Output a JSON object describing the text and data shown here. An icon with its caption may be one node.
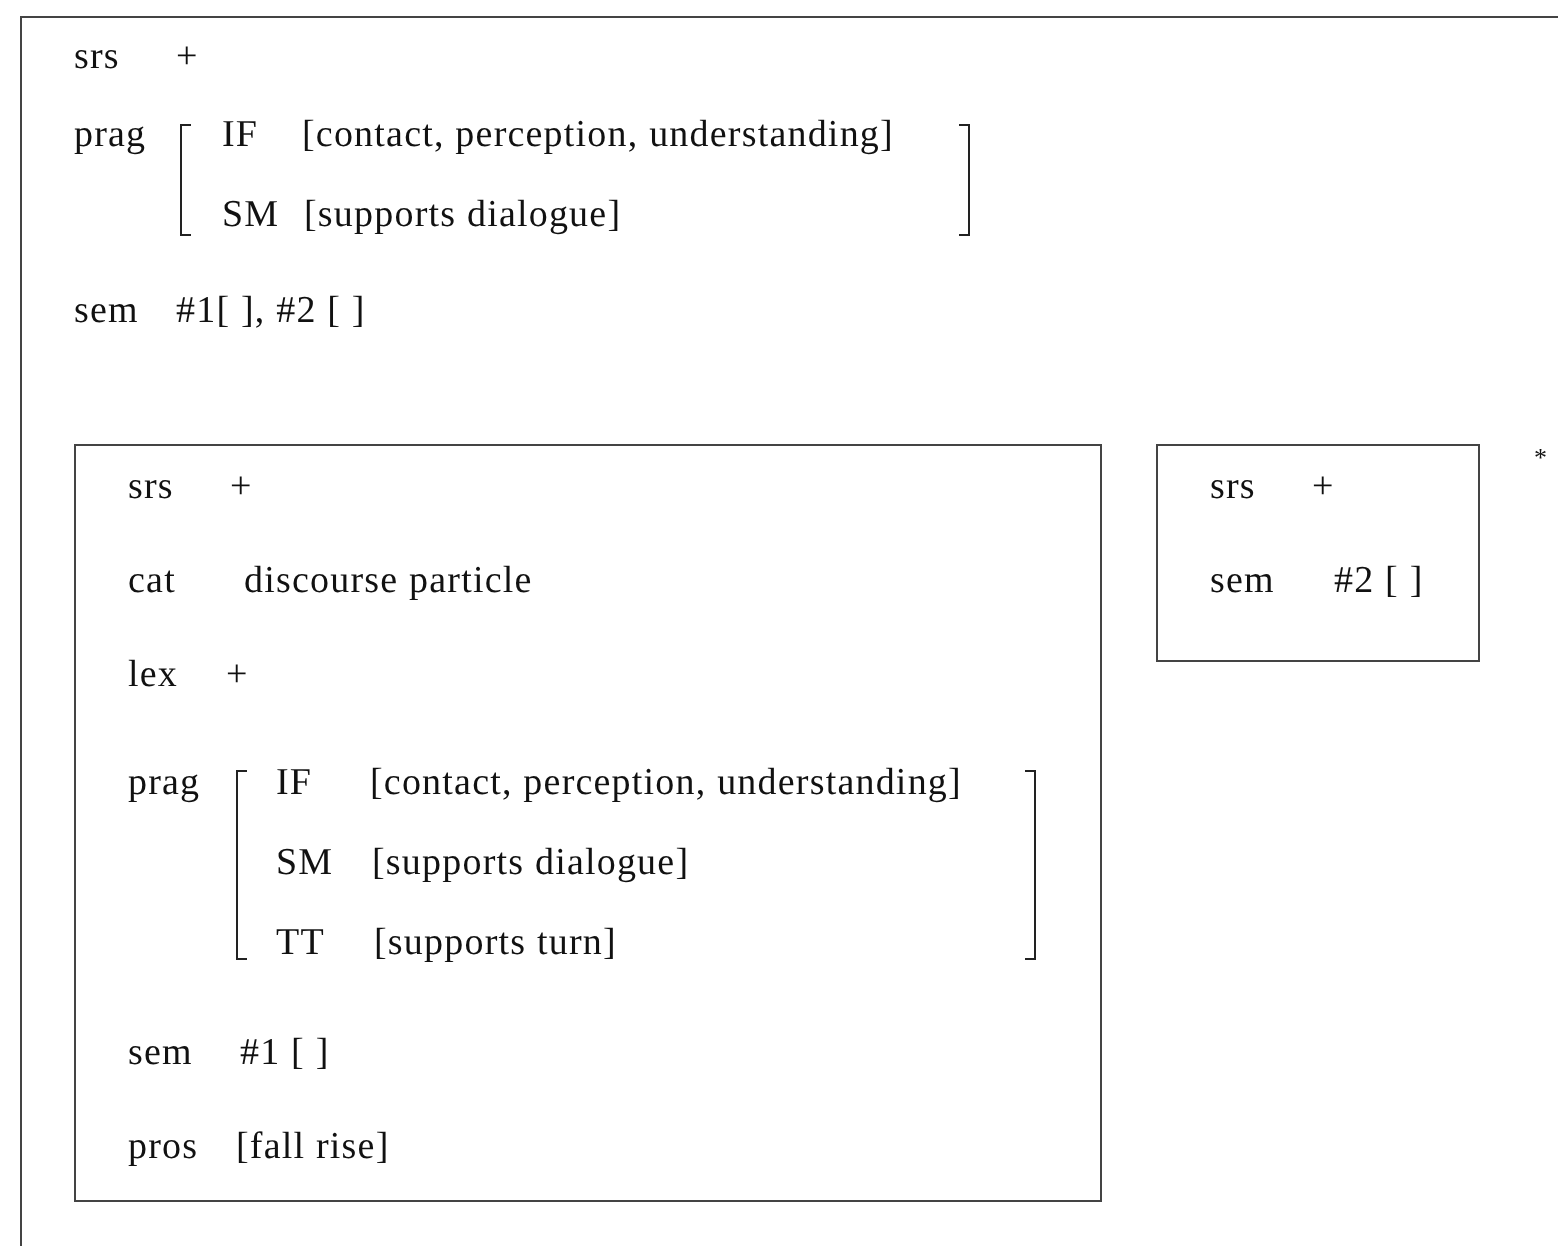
{
  "diagram": {
    "nodes": [
      {
        "text": [
          "srs",
          "+",
          "prag",
          "IF",
          "[contact, perception, understanding]",
          "SM",
          "[supports dialogue]",
          "sem",
          "#1[ ], #2 [ ]"
        ]
      },
      {
        "text": [
          "srs",
          "+",
          "cat",
          "discourse particle",
          "lex",
          "+",
          "prag",
          "IF",
          "[contact, perception, understanding]",
          "SM",
          "[supports dialogue]",
          "TT",
          "[supports turn]",
          "sem",
          "#1 [ ]",
          "pros",
          "[fall rise]"
        ],
        "in": 0
      },
      {
        "text": [
          "srs",
          "+",
          "sem",
          "#2 [ ]"
        ],
        "in": 0
      }
    ],
    "edges": [],
    "labels": [
      "*"
    ]
  }
}
